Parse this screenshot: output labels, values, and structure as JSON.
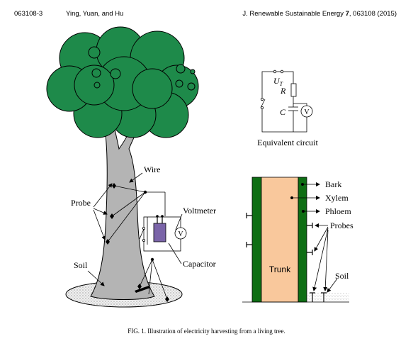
{
  "header": {
    "page_id": "063108-3",
    "authors": "Ying, Yuan, and Hu",
    "journal": "J. Renewable Sustainable Energy",
    "volume": "7",
    "issue_year": ", 063108 (2015)"
  },
  "figure": {
    "circuit_title": "Equivalent circuit",
    "circuit_ut": "U",
    "circuit_ut_sub": "T",
    "circuit_r": "R",
    "circuit_c": "C",
    "circuit_v": "V",
    "tree_labels": {
      "wire": "Wire",
      "probe": "Probe",
      "voltmeter": "Voltmeter",
      "voltmeter_symbol": "V",
      "capacitor": "Capacitor",
      "soil": "Soil"
    },
    "trunk_labels": {
      "bark": "Bark",
      "xylem": "Xylem",
      "phloem": "Phloem",
      "probes": "Probes",
      "trunk": "Trunk",
      "soil": "Soil"
    },
    "caption": "FIG. 1. Illustration of electricity harvesting from a living tree.",
    "colors": {
      "foliage": "#1e8a4a",
      "trunk": "#b4b4b4",
      "bark": "#0e6e14",
      "xylem": "#f9c89c",
      "capacitor": "#7a64a8"
    }
  }
}
